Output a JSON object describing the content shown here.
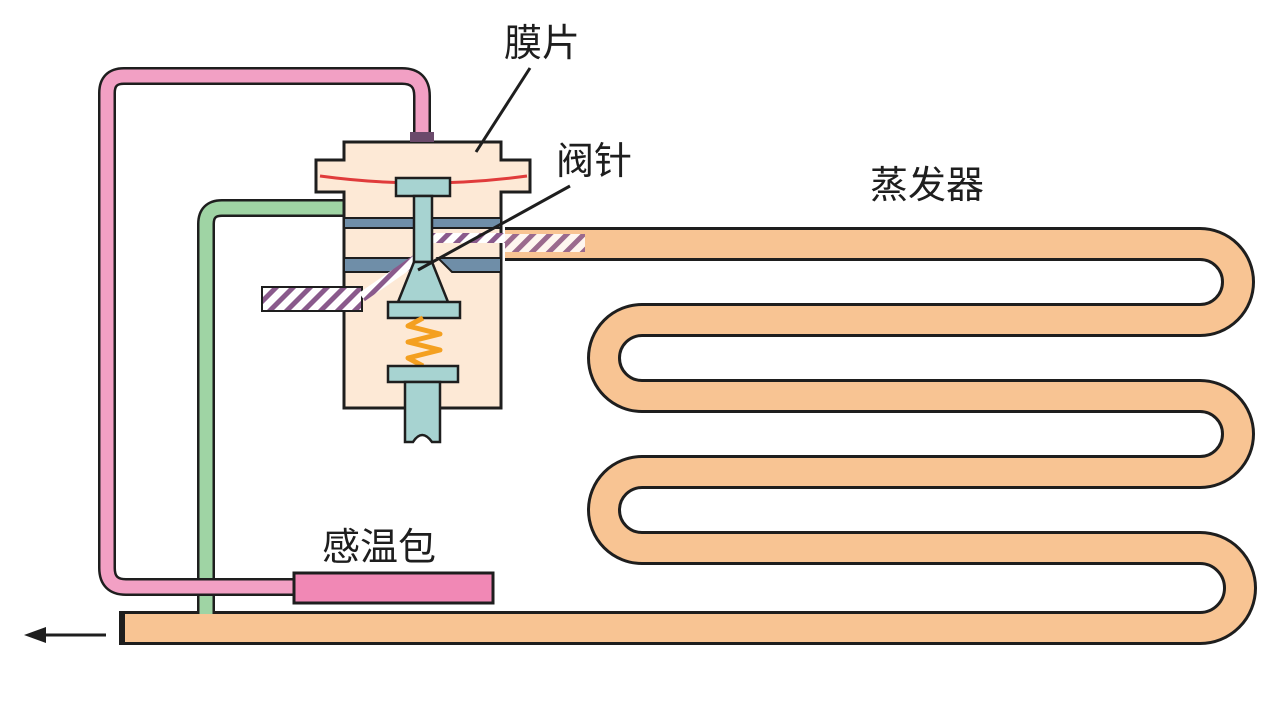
{
  "labels": {
    "diaphragm": "膜片",
    "valve_needle": "阀针",
    "evaporator": "蒸发器",
    "sensing_bulb": "感温包"
  },
  "colors": {
    "capillary_pink": "#f2a0c4",
    "equalizer_green": "#9fd4a4",
    "evaporator_tube": "#f8c493",
    "valve_body": "#fde9d6",
    "diaphragm_red": "#e03b3b",
    "stem_teal": "#a7d3d1",
    "seat_blue": "#6f8ea8",
    "spring_orange": "#f4a020",
    "bulb_pink": "#f188b5",
    "hatch_purple": "#8a5a8c",
    "outline": "#1e1e1e"
  }
}
